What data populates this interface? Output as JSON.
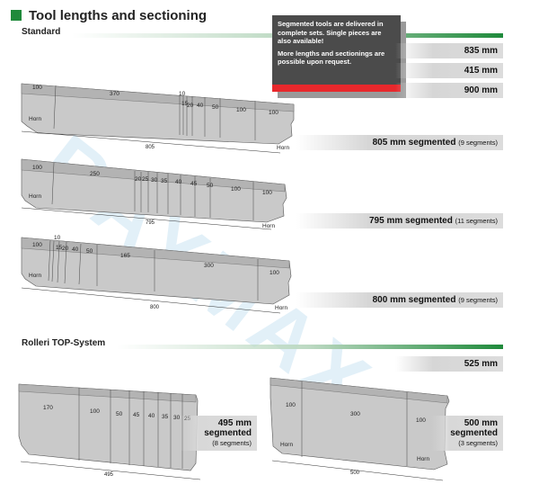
{
  "title": "Tool lengths and sectioning",
  "standard_label": "Standard",
  "note": {
    "line1": "Segmented tools are delivered in complete sets. Single pieces are also available!",
    "line2": "More lengths and sectionings are possible upon request."
  },
  "lengths": [
    "835 mm",
    "415 mm",
    "900 mm"
  ],
  "tool1": {
    "segments": [
      "100",
      "370",
      "10",
      "15",
      "20",
      "40",
      "50",
      "100",
      "100"
    ],
    "horn_left": "Horn",
    "horn_right": "Horn",
    "dimension": "805",
    "label": "805 mm segmented",
    "count": "(9 segments)"
  },
  "tool2": {
    "segments": [
      "100",
      "250",
      "20",
      "25",
      "30",
      "35",
      "40",
      "45",
      "50",
      "100",
      "100"
    ],
    "horn_left": "Horn",
    "horn_right": "Horn",
    "dimension": "795",
    "label": "795 mm segmented",
    "count": "(11 segments)"
  },
  "tool3": {
    "segments": [
      "100",
      "10",
      "15",
      "20",
      "40",
      "50",
      "165",
      "300",
      "100"
    ],
    "horn_left": "Horn",
    "horn_right": "Horn",
    "dimension": "800",
    "label": "800 mm segmented",
    "count": "(9 segments)"
  },
  "rolleri_label": "Rolleri TOP-System",
  "rolleri_length": "525 mm",
  "tool4": {
    "segments": [
      "170",
      "100",
      "50",
      "45",
      "40",
      "35",
      "30",
      "25"
    ],
    "dimension": "495",
    "label_line1": "495 mm",
    "label_line2": "segmented",
    "count": "(8 segments)"
  },
  "tool5": {
    "segments": [
      "100",
      "300",
      "100"
    ],
    "horn_left": "Horn",
    "horn_right": "Horn",
    "dimension": "500",
    "label_line1": "500 mm",
    "label_line2": "segmented",
    "count": "(3 segments)"
  },
  "watermark": "RAYMAX"
}
